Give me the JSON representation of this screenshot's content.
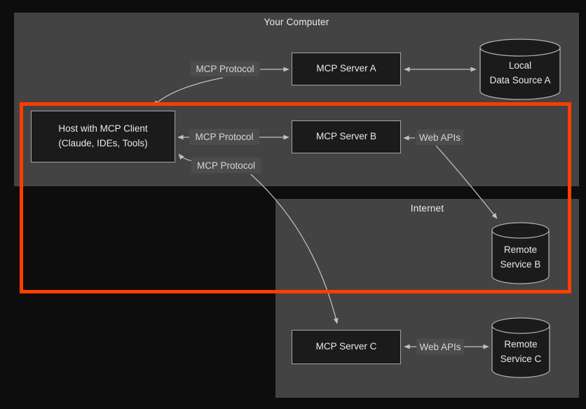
{
  "diagram": {
    "containers": {
      "your_computer": {
        "label": "Your Computer"
      },
      "internet": {
        "label": "Internet"
      }
    },
    "nodes": {
      "host": {
        "line1": "Host with MCP Client",
        "line2": "(Claude, IDEs, Tools)"
      },
      "mcp_server_a": {
        "label": "MCP Server A"
      },
      "mcp_server_b": {
        "label": "MCP Server B"
      },
      "mcp_server_c": {
        "label": "MCP Server C"
      },
      "local_data_source_a": {
        "line1": "Local",
        "line2": "Data Source A"
      },
      "remote_service_b": {
        "line1": "Remote",
        "line2": "Service B"
      },
      "remote_service_c": {
        "line1": "Remote",
        "line2": "Service C"
      }
    },
    "edge_labels": {
      "mcp_protocol_1": "MCP Protocol",
      "mcp_protocol_2": "MCP Protocol",
      "mcp_protocol_3": "MCP Protocol",
      "web_apis_1": "Web APIs",
      "web_apis_2": "Web APIs"
    },
    "colors": {
      "page_background": "#0d0d0d",
      "container_fill": "#434343",
      "node_fill": "#1b1b1b",
      "node_border": "#a6a6a6",
      "edge_label_bg": "#4c4c4c",
      "arrow": "#c2c2c2",
      "text": "#e9e9e9",
      "highlight_orange": "#ff3d00"
    }
  }
}
